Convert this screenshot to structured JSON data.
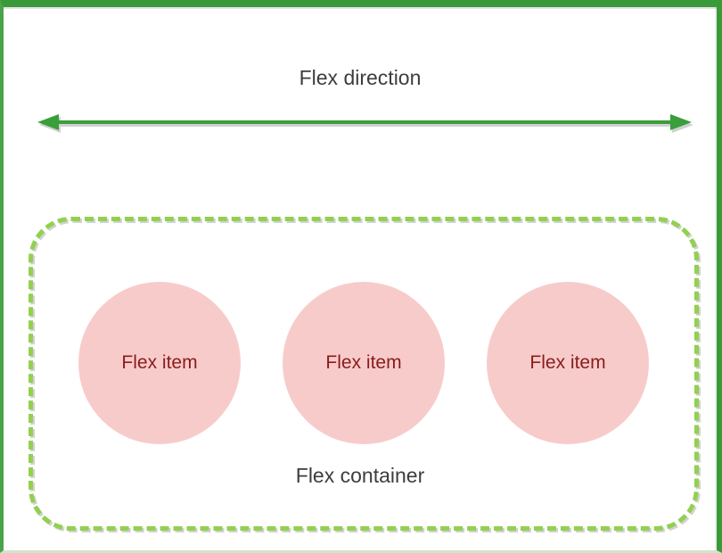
{
  "diagram": {
    "title": "Flex direction",
    "container_label": "Flex container",
    "items": [
      {
        "label": "Flex item"
      },
      {
        "label": "Flex item"
      },
      {
        "label": "Flex item"
      }
    ]
  },
  "icons": {
    "direction_arrow": "double-headed-horizontal-arrow"
  },
  "colors": {
    "frame_green": "#3a9a3a",
    "frame_green_light": "#4aa34a",
    "frame_bottom": "#cfe6c8",
    "arrow_green": "#3a9e3a",
    "dash_green": "#92d050",
    "shadow_gray": "#d2d2d2",
    "item_fill": "#f8cbcb",
    "item_text": "#8b1b1b",
    "label_text": "#3d3d3d",
    "bg": "#ffffff"
  }
}
